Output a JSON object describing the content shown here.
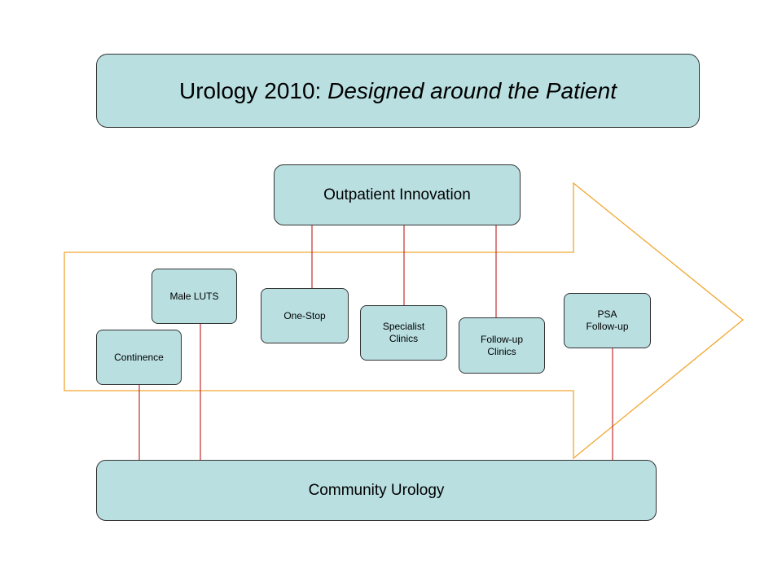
{
  "title": {
    "text": "Urology 2010: ",
    "emphasis": "Designed around the Patient"
  },
  "outpatient": {
    "label": "Outpatient Innovation"
  },
  "community": {
    "label": "Community Urology"
  },
  "services": [
    {
      "id": "continence",
      "label": "Continence"
    },
    {
      "id": "male-luts",
      "label": "Male LUTS"
    },
    {
      "id": "one-stop",
      "label": "One-Stop"
    },
    {
      "id": "specialist-clinics",
      "label": "Specialist\nClinics"
    },
    {
      "id": "follow-up-clinics",
      "label": "Follow-up\nClinics"
    },
    {
      "id": "psa-follow-up",
      "label": "PSA\nFollow-up"
    }
  ],
  "colors": {
    "box_fill": "#b9dfe1",
    "box_border": "#333333",
    "arrow": "#f0a830",
    "connector": "#c03030"
  }
}
